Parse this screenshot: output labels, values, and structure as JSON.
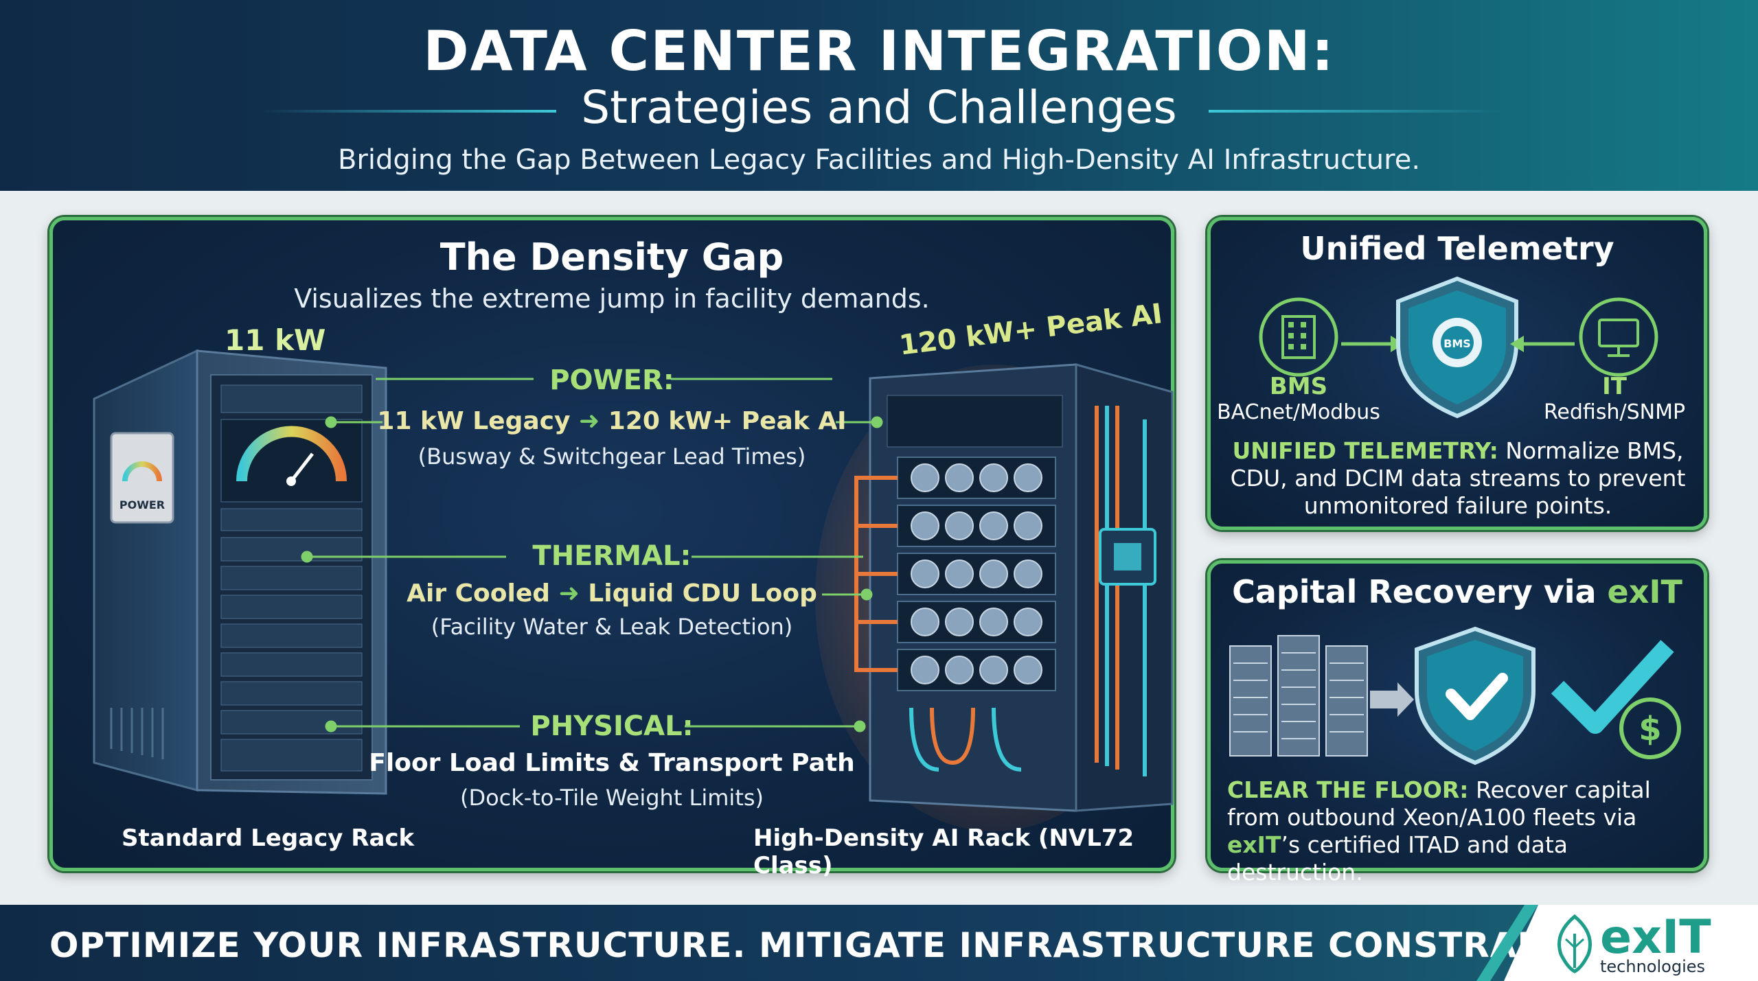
{
  "header": {
    "title": "DATA CENTER INTEGRATION:",
    "subtitle": "Strategies and Challenges",
    "tagline": "Bridging the Gap Between Legacy Facilities and High-Density AI Infrastructure."
  },
  "density": {
    "title": "The Density Gap",
    "description": "Visualizes the extreme jump in facility demands.",
    "legacy_kw": "11 kW",
    "ai_kw": "120 kW+ Peak AI",
    "legacy_rack_label": "Standard Legacy Rack",
    "ai_rack_label": "High-Density AI Rack (NVL72 Class)",
    "power_badge": "POWER",
    "power": {
      "heading": "POWER:",
      "from": "11 kW Legacy",
      "to": "120 kW+ Peak AI",
      "note": "(Busway & Switchgear Lead Times)"
    },
    "thermal": {
      "heading": "THERMAL:",
      "from": "Air Cooled",
      "to": "Liquid CDU Loop",
      "note": "(Facility Water & Leak Detection)"
    },
    "physical": {
      "heading": "PHYSICAL:",
      "main": "Floor Load Limits & Transport Path",
      "note": "(Dock-to-Tile Weight Limits)"
    }
  },
  "telemetry": {
    "title": "Unified Telemetry",
    "shield_label": "BMS",
    "left_label": "BMS",
    "left_protocols": "BACnet/Modbus",
    "right_label": "IT",
    "right_protocols": "Redfish/SNMP",
    "desc_lead": "UNIFIED TELEMETRY:",
    "desc_body": "Normalize BMS, CDU, and DCIM data streams to prevent unmonitored failure points."
  },
  "capital": {
    "title_prefix": "Capital Recovery via",
    "title_brand": "exIT",
    "currency_symbol": "$",
    "desc_lead": "CLEAR THE FLOOR:",
    "desc_body_1": "Recover capital from outbound Xeon/A100 fleets via",
    "desc_brand": "exIT",
    "desc_body_2": "’s certified ITAD and data destruction."
  },
  "footer": {
    "text": "OPTIMIZE YOUR INFRASTRUCTURE. MITIGATE INFRASTRUCTURE CONSTRAINTS.",
    "logo_name": "exIT",
    "logo_sub": "technologies"
  },
  "colors": {
    "accent_green": "#a7e078",
    "panel_border": "#5bbf6c",
    "cyan": "#3ec9d8",
    "orange": "#e8793a",
    "navy": "#0f2642"
  }
}
